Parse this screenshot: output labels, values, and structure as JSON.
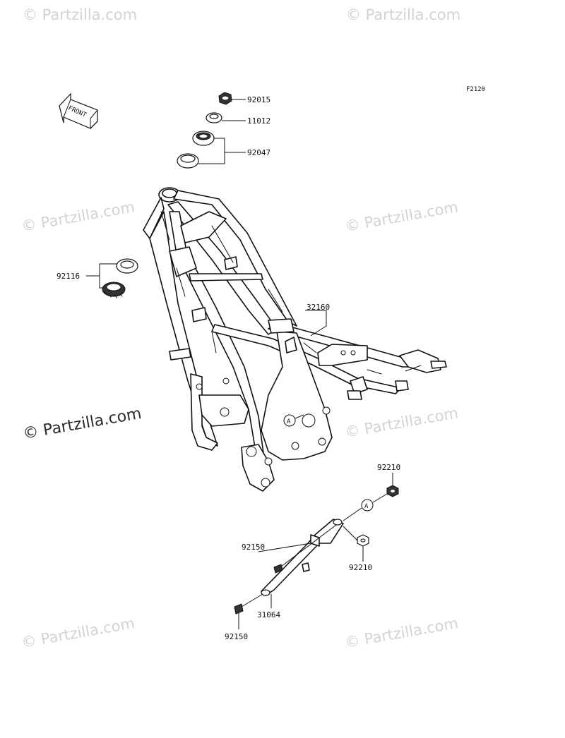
{
  "figure_code": "F2120",
  "front_arrow_label": "FRONT",
  "watermarks": {
    "main": "© Partzilla.com",
    "faint": "© Partzilla.com"
  },
  "callout_ref": "A",
  "parts": {
    "p92015": "92015",
    "p11012": "11012",
    "p92047": "92047",
    "p92116": "92116",
    "p32160": "32160",
    "p92210_top": "92210",
    "p92210_mid": "92210",
    "p92150_top": "92150",
    "p92150_bot": "92150",
    "p31064": "31064"
  }
}
